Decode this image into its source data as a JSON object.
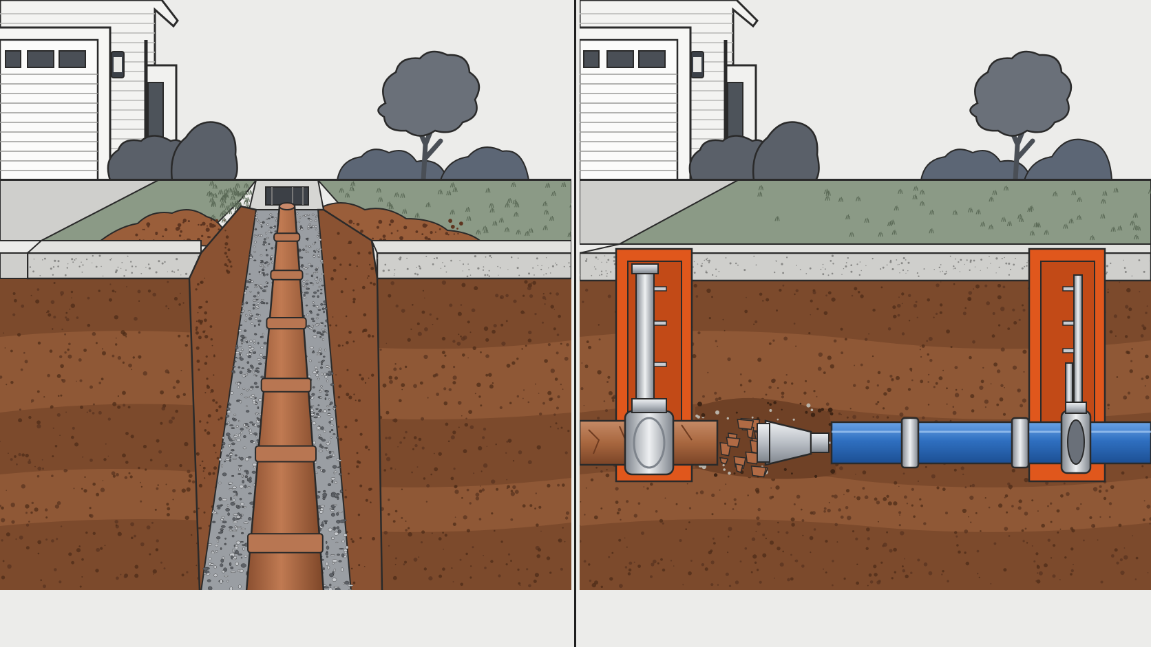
{
  "panels": [
    {
      "id": "left",
      "method": "open-trench",
      "pipe": "clay"
    },
    {
      "id": "right",
      "method": "trenchless-pipe-bursting",
      "old_pipe": "clay",
      "new_pipe": "hdpe"
    }
  ],
  "colors": {
    "background": "#ececea",
    "soil_dark": "#7c4a2c",
    "soil_light": "#8f5836",
    "grass": "#8b9a86",
    "concrete": "#c9c9c7",
    "clay_pipe": "#b5704a",
    "new_pipe": "#2f6fc0",
    "pit_shoring": "#e0571c",
    "steel": "#c8cbd0",
    "trees": "#6a7079",
    "outline": "#2a2a2a"
  },
  "icons": [
    "house",
    "garage-door",
    "wall-lamp",
    "shrub",
    "tree",
    "gravel",
    "bursting-head",
    "pipe-coupling"
  ]
}
